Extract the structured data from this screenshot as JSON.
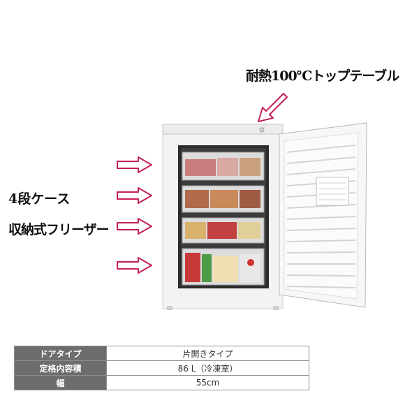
{
  "captions": {
    "top_table": "耐熱100℃トップテーブル",
    "cases": "4段ケース",
    "type": "収納式フリーザー"
  },
  "colors": {
    "arrow_outline": "#c41e5c",
    "table_label_bg": "#6d6d6d",
    "table_border": "#8e8e8e"
  },
  "icons": {
    "arrow": "outlined-arrow-icon"
  },
  "specs": [
    {
      "label": "ドアタイプ",
      "value": "片開きタイプ"
    },
    {
      "label": "定格内容積",
      "value": "86 L（冷凍室）"
    },
    {
      "label": "幅",
      "value": "55cm"
    }
  ]
}
